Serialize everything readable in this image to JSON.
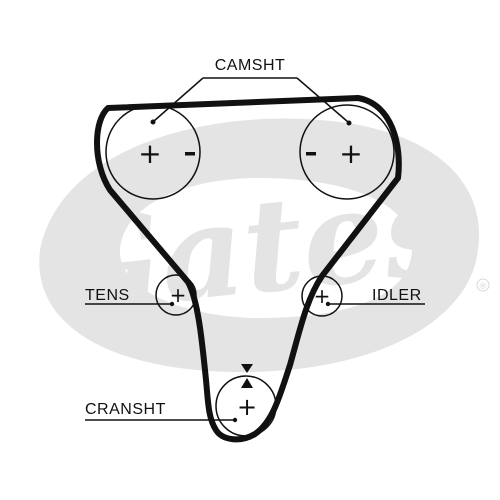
{
  "diagram": {
    "labels": {
      "camshaft": "CAMSHT",
      "tensioner": "TENS",
      "idler": "IDLER",
      "crankshaft": "CRANSHT"
    },
    "signs": {
      "plus": "+",
      "minus": "-"
    },
    "logo": {
      "text": "Gates",
      "registered": "®"
    }
  },
  "colors": {
    "ink": "#111111",
    "watermark": "#e4e4e4",
    "background": "#ffffff"
  }
}
